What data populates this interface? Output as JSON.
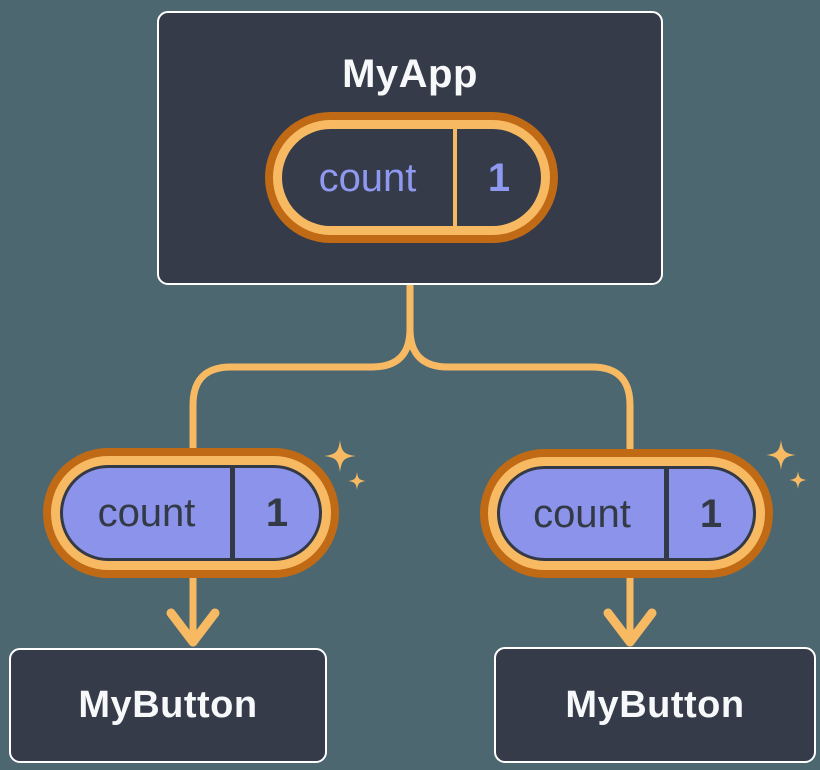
{
  "diagram": {
    "root": {
      "title": "MyApp",
      "state": {
        "label": "count",
        "value": "1"
      }
    },
    "children": [
      {
        "title": "MyButton",
        "state": {
          "label": "count",
          "value": "1"
        }
      },
      {
        "title": "MyButton",
        "state": {
          "label": "count",
          "value": "1"
        }
      }
    ],
    "icons": [
      "sparkle-icon",
      "arrow-down-icon",
      "state-pill"
    ],
    "colors": {
      "background": "#4C6770",
      "node_fill": "#353B48",
      "node_border": "#FFFFFF",
      "title_text": "#F7F8FA",
      "connector_orange": "#F7BA63",
      "pill_ring_dark_orange": "#C06A15",
      "pill_purple_fill": "#8B93EA",
      "state_text_periwinkle": "#8F99F1",
      "state_text_dark": "#333A46"
    }
  }
}
